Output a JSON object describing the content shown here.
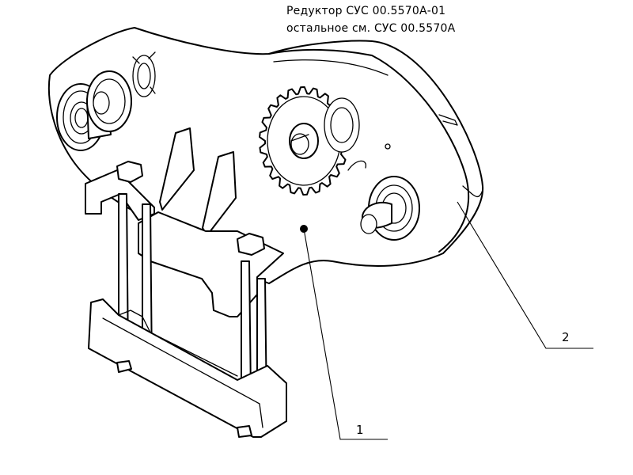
{
  "drawing": {
    "note_line_1": "Редуктор СУС 00.5570А-01",
    "note_line_2": "остальное см. СУС 00.5570А",
    "callouts": [
      {
        "number": "1"
      },
      {
        "number": "2"
      }
    ]
  }
}
